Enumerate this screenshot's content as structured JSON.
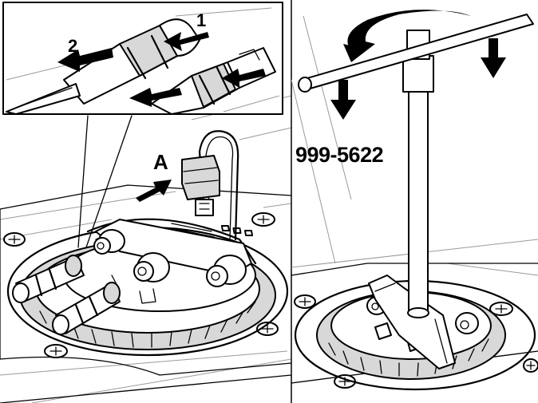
{
  "labels": {
    "step_1": "1",
    "step_2": "2",
    "connector_a": "A",
    "tool_number": "999-5622"
  },
  "colors": {
    "ink": "#000000",
    "paper": "#ffffff",
    "shade": "#d8d8d8",
    "guide": "#9a9a9a"
  }
}
